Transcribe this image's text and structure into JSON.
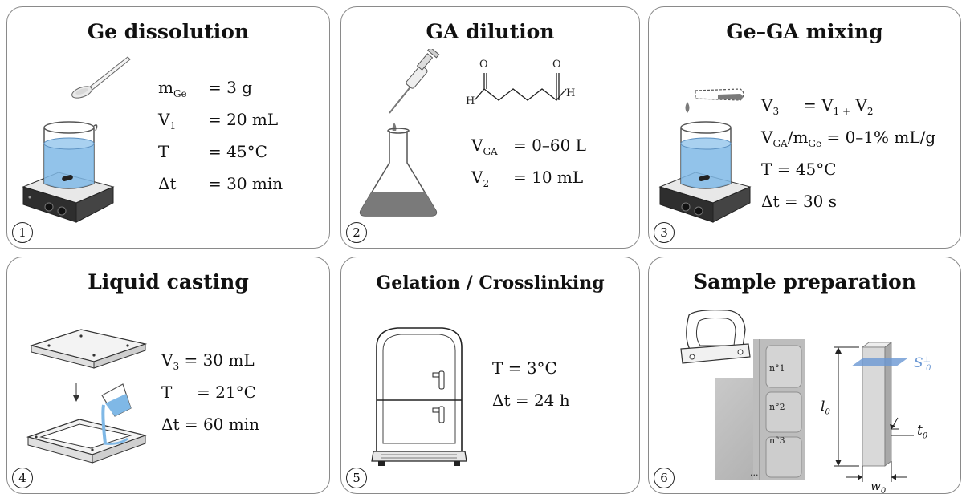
{
  "panels": [
    {
      "title": "Ge dissolution",
      "number": "1",
      "params": [
        {
          "var": "m",
          "sub": "Ge",
          "val": "=  3 g"
        },
        {
          "var": "V",
          "sub": "1",
          "val": "= 20 mL"
        },
        {
          "var": "T",
          "sub": "",
          "val": "= 45°C"
        },
        {
          "var": "Δt",
          "sub": "",
          "val": "= 30 min"
        }
      ]
    },
    {
      "title": "GA dilution",
      "number": "2",
      "params": [
        {
          "var": "V",
          "sub": "GA",
          "val": "= 0–60   L"
        },
        {
          "var": "V",
          "sub": "2",
          "val": "= 10 mL"
        }
      ],
      "molecule_atoms": [
        "O",
        "O",
        "H",
        "H"
      ]
    },
    {
      "title": "Ge–GA mixing",
      "number": "3",
      "params": [
        {
          "var": "V",
          "sub": "3",
          "val": "= V",
          "sub2": "1 +",
          "val2": " V",
          "sub3": "2"
        },
        {
          "var": "V",
          "sub": "GA",
          "val": "/m",
          "sub2": "Ge",
          "val2": " = 0–1% mL/g"
        },
        {
          "var": "T",
          "sub": "",
          "val": "= 45°C"
        },
        {
          "var": "Δt",
          "sub": "",
          "val": "= 30 s"
        }
      ]
    },
    {
      "title": "Liquid casting",
      "number": "4",
      "params": [
        {
          "var": "V",
          "sub": "3",
          "val": "= 30 mL"
        },
        {
          "var": "T",
          "sub": "",
          "val": "= 21°C"
        },
        {
          "var": "Δt",
          "sub": "",
          "val": "= 60 min"
        }
      ]
    },
    {
      "title": "Gelation / Crosslinking",
      "number": "5",
      "params": [
        {
          "var": "T",
          "sub": "",
          "val": "= 3°C"
        },
        {
          "var": "Δt",
          "sub": "",
          "val": "= 24 h"
        }
      ]
    },
    {
      "title": "Sample preparation",
      "number": "6",
      "photo_labels": [
        "n°1",
        "n°2",
        "n°3",
        "..."
      ],
      "dims": {
        "area": "S",
        "area_sub": "0",
        "area_sup": "⊥",
        "length": "l",
        "length_sub": "0",
        "thickness": "t",
        "thickness_sub": "0",
        "width": "w",
        "width_sub": "0"
      }
    }
  ],
  "colors": {
    "water": "#7fb8e6",
    "liquid_gray": "#7a7a7a",
    "highlight_blue": "#6a97d3",
    "border": "#8a8a8a"
  }
}
